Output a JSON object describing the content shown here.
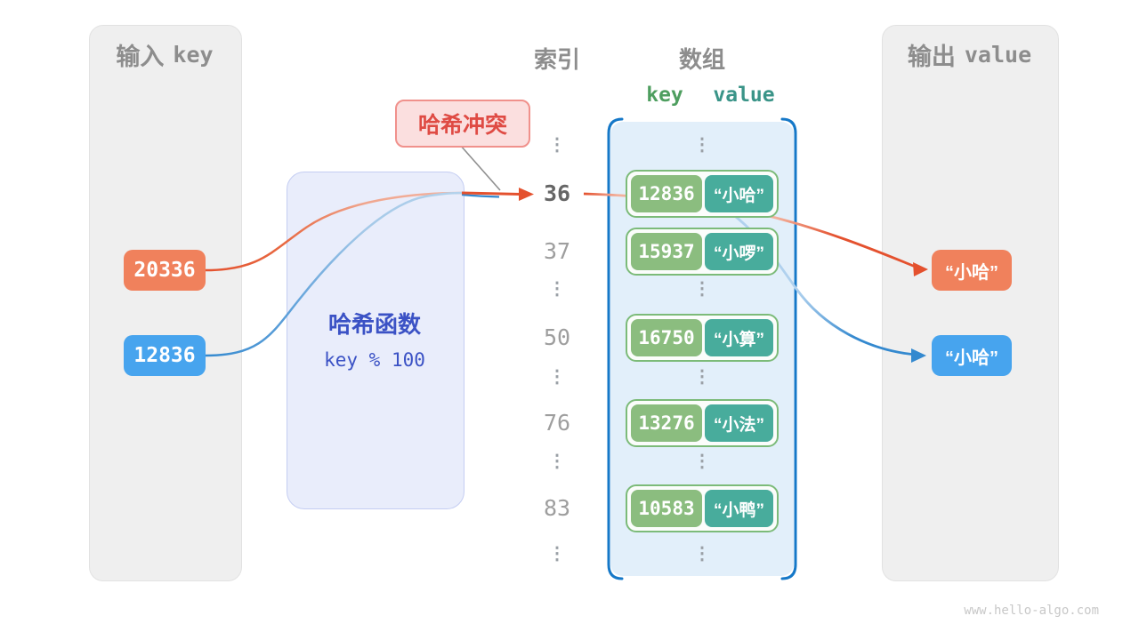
{
  "watermark": "www.hello-algo.com",
  "input_panel": {
    "title_zh": "输入",
    "title_latin": "key",
    "keys": [
      {
        "text": "20336",
        "color": "#f0815c"
      },
      {
        "text": "12836",
        "color": "#47a4ee"
      }
    ]
  },
  "hash_box": {
    "title": "哈希函数",
    "formula": "key % 100"
  },
  "collision_label": {
    "text": "哈希冲突"
  },
  "headers": {
    "index": "索引",
    "array": "数组",
    "key": "key",
    "value": "value"
  },
  "ellipsis": "⋮",
  "index_column": {
    "items": [
      "36",
      "37",
      "50",
      "76",
      "83"
    ],
    "highlighted": "36"
  },
  "array": {
    "rows": [
      {
        "key": "12836",
        "value": "“小哈”"
      },
      {
        "key": "15937",
        "value": "“小啰”"
      },
      {
        "key": "16750",
        "value": "“小算”"
      },
      {
        "key": "13276",
        "value": "“小法”"
      },
      {
        "key": "10583",
        "value": "“小鸭”"
      }
    ]
  },
  "output_panel": {
    "title_zh": "输出",
    "title_latin": "value",
    "values": [
      {
        "text": "“小哈”",
        "color": "#f0815c"
      },
      {
        "text": "“小哈”",
        "color": "#47a4ee"
      }
    ]
  },
  "colors": {
    "orange_box": "#f0815c",
    "blue_box": "#47a4ee",
    "orange_stroke": "#e4512e",
    "blue_stroke": "#3489cf",
    "array_fill": "#e2effa",
    "array_bracket": "#1578c8",
    "pair_border": "#7cbb79",
    "key_cell": "#8bbd7f",
    "value_cell": "#48ac9c",
    "key_header_green": "#4e9e5f",
    "value_header_teal": "#3a9488",
    "hash_text": "#3b52c5",
    "collision_text": "#df4b44",
    "panel_gray": "#efefef"
  }
}
